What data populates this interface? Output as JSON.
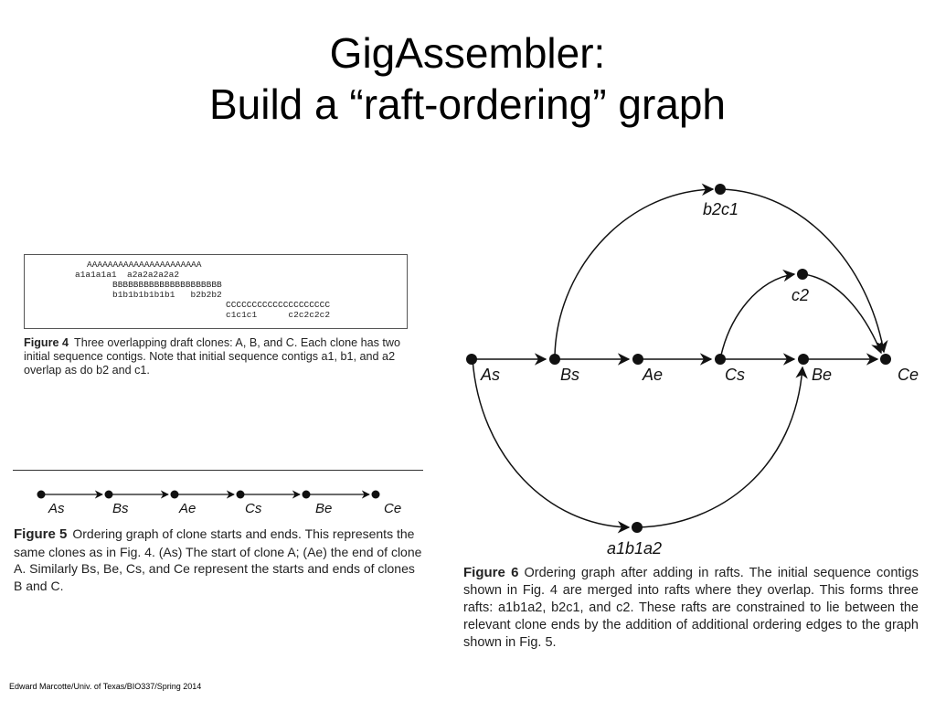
{
  "title": {
    "line1": "GigAssembler:",
    "line2": "Build a “raft-ordering” graph"
  },
  "figure4": {
    "sequence_lines": [
      "AAAAAAAAAAAAAAAAAAAAAA",
      "a1a1a1a1  a2a2a2a2a2",
      "BBBBBBBBBBBBBBBBBBBBB",
      "b1b1b1b1b1b1   b2b2b2",
      "CCCCCCCCCCCCCCCCCCCC",
      "c1c1c1      c2c2c2c2"
    ],
    "caption_label": "Figure 4",
    "caption_text": "Three overlapping draft clones: A, B, and C. Each clone has two initial sequence contigs. Note that initial sequence contigs a1, b1, and a2 overlap as do b2 and c1."
  },
  "figure5": {
    "nodes": [
      "As",
      "Bs",
      "Ae",
      "Cs",
      "Be",
      "Ce"
    ],
    "caption_label": "Figure 5",
    "caption_text": "Ordering graph of clone starts and ends. This represents the same clones as in Fig. 4. (As) The start of clone A; (Ae) the end of clone A. Similarly Bs, Be, Cs, and Ce represent the starts and ends of clones B and C."
  },
  "figure6": {
    "nodes": [
      "As",
      "Bs",
      "Ae",
      "Cs",
      "Be",
      "Ce",
      "b2c1",
      "c2",
      "a1b1a2"
    ],
    "caption_label": "Figure 6",
    "caption_text": "Ordering graph after adding in rafts. The initial sequence contigs shown in Fig. 4 are merged into rafts where they overlap. This forms three rafts: a1b1a2, b2c1, and c2. These rafts are constrained to lie between the relevant clone ends by the addition of additional ordering edges to the graph shown in Fig. 5."
  },
  "footer": "Edward Marcotte/Univ. of Texas/BIO337/Spring 2014"
}
